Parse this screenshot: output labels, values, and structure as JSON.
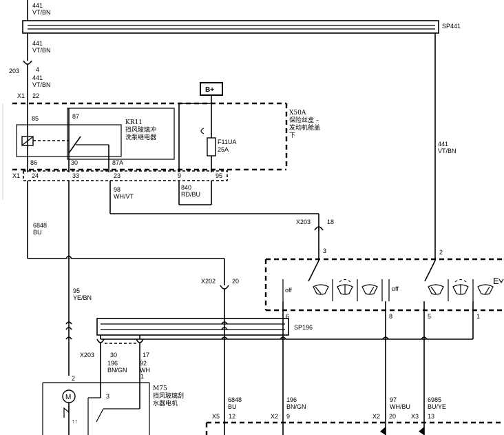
{
  "wires": {
    "top_441": {
      "num": "441",
      "color": "VT/BN"
    },
    "w441_a": {
      "num": "441",
      "color": "VT/BN"
    },
    "w441_b": {
      "num": "441",
      "color": "VT/BN"
    },
    "w441_right": {
      "num": "441",
      "color": "VT/BN"
    },
    "w6848": {
      "num": "6848",
      "color": "BU"
    },
    "w98": {
      "num": "98",
      "color": "WH/VT"
    },
    "w840": {
      "num": "840",
      "color": "RD/BU"
    },
    "w95": {
      "num": "95",
      "color": "YE/BN"
    },
    "w196a": {
      "num": "196",
      "color": "BN/GN"
    },
    "w92": {
      "num": "92",
      "color": "WH"
    },
    "w6848b": {
      "num": "6848",
      "color": "BU"
    },
    "w196b": {
      "num": "196",
      "color": "BN/GN"
    },
    "w97": {
      "num": "97",
      "color": "WH/BU"
    },
    "w6985": {
      "num": "6985",
      "color": "BU/YE"
    }
  },
  "splices": {
    "sp441": "SP441",
    "sp196": "SP196"
  },
  "supply": {
    "bplus": "B+"
  },
  "connectors": {
    "c203": "203",
    "c203_pin": "4",
    "x1a": "X1",
    "x1a_pin": "22",
    "x1b": "X1",
    "x1b_pins": [
      "24",
      "33",
      "23",
      "9",
      "95"
    ],
    "x203a": "X203",
    "x203a_pin": "18",
    "x202": "X202",
    "x202_pin": "20",
    "x203b": "X203",
    "x203b_pins": [
      "30",
      "17"
    ],
    "x5": "X5",
    "x5_pin": "12",
    "x2a": "X2",
    "x2a_pin": "9",
    "x2b": "X2",
    "x2b_pin": "20",
    "x3": "X3",
    "x3_pin": "13"
  },
  "relay": {
    "pins": [
      "85",
      "87",
      "86",
      "30",
      "87A"
    ],
    "code": "KR11",
    "name_line1": "挡风玻璃冲",
    "name_line2": "洗泵继电器"
  },
  "fuse": {
    "code": "F11UA",
    "rating": "25A"
  },
  "fuse_block": {
    "code": "X50A",
    "line1": "保险丝盒 –",
    "line2": "发动机舱盖",
    "line3": "下"
  },
  "switch": {
    "pin_a": "3",
    "pin_b": "2",
    "off1": "off",
    "off2": "off",
    "pins_bottom": [
      "6",
      "8",
      "5",
      "1"
    ]
  },
  "motor": {
    "code": "M75",
    "line1": "挡风玻璃刮",
    "line2": "水器电机",
    "pin_a": "2",
    "pin_b": "3",
    "pin_c": "1",
    "symbol": "M"
  }
}
